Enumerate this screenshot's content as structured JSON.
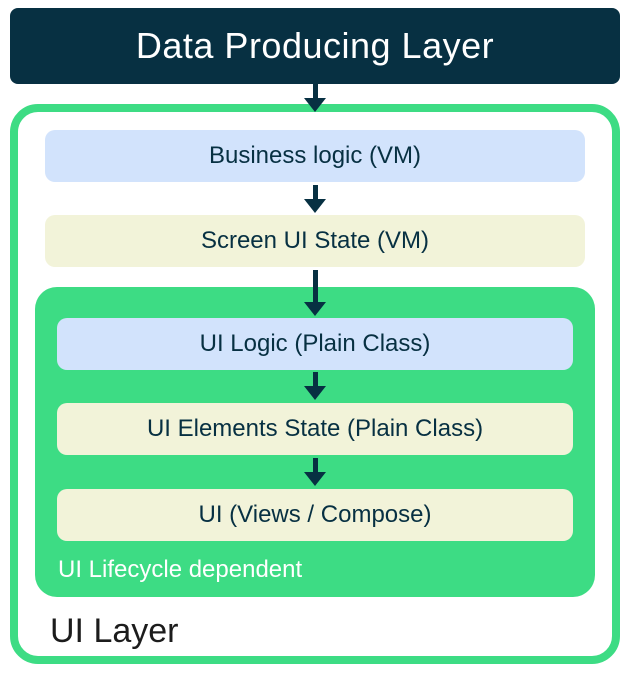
{
  "diagram": {
    "title": "Data Producing Layer",
    "outer_label": "UI Layer",
    "inner_label": "UI Lifecycle dependent",
    "nodes": {
      "business_logic": "Business logic (VM)",
      "screen_ui_state": "Screen UI State (VM)",
      "ui_logic": "UI Logic (Plain Class)",
      "ui_elements_state": "UI Elements State (Plain Class)",
      "ui_views": "UI (Views / Compose)"
    },
    "colors": {
      "dark_navy": "#073042",
      "green": "#3ddc84",
      "light_blue": "#d2e3fc",
      "cream": "#f2f3d9",
      "white": "#ffffff"
    }
  }
}
